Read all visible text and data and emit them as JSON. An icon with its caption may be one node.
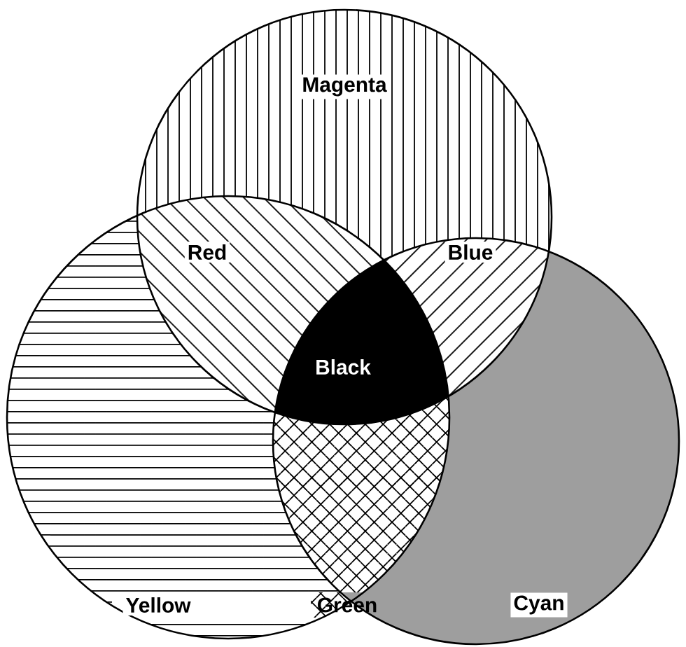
{
  "diagram": {
    "nodes": [
      {
        "text": [
          "Magenta"
        ]
      },
      {
        "text": [
          "Yellow"
        ]
      },
      {
        "text": [
          "Cyan"
        ]
      }
    ],
    "labels": [
      "Red",
      "Blue",
      "Black",
      "Green"
    ]
  }
}
